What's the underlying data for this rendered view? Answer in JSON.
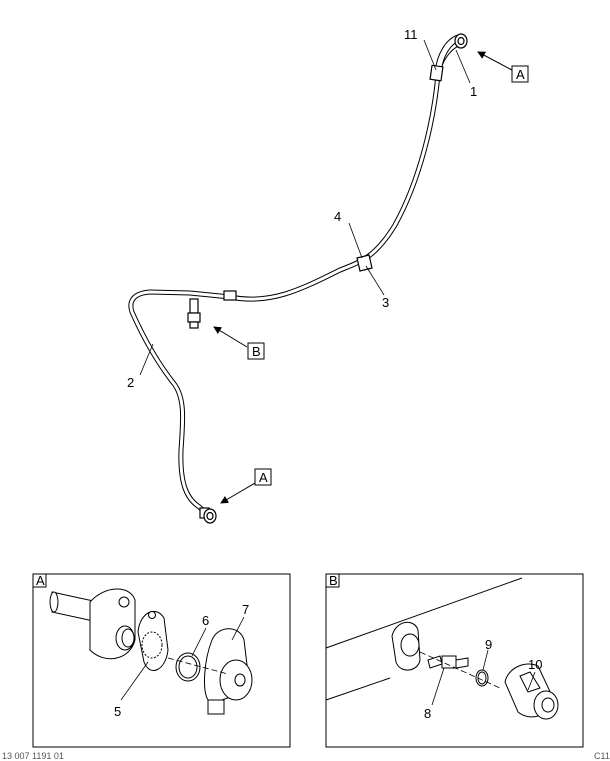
{
  "callouts": {
    "c1": "1",
    "c2": "2",
    "c3": "3",
    "c4": "4",
    "c5": "5",
    "c6": "6",
    "c7": "7",
    "c8": "8",
    "c9": "9",
    "c10": "10",
    "c11": "11"
  },
  "view_refs": {
    "a_top": "A",
    "b_mid": "B",
    "a_bottom": "A",
    "detail_a": "A",
    "detail_b": "B"
  },
  "footer": {
    "left": "13 007 1191 01",
    "right": "C11"
  }
}
